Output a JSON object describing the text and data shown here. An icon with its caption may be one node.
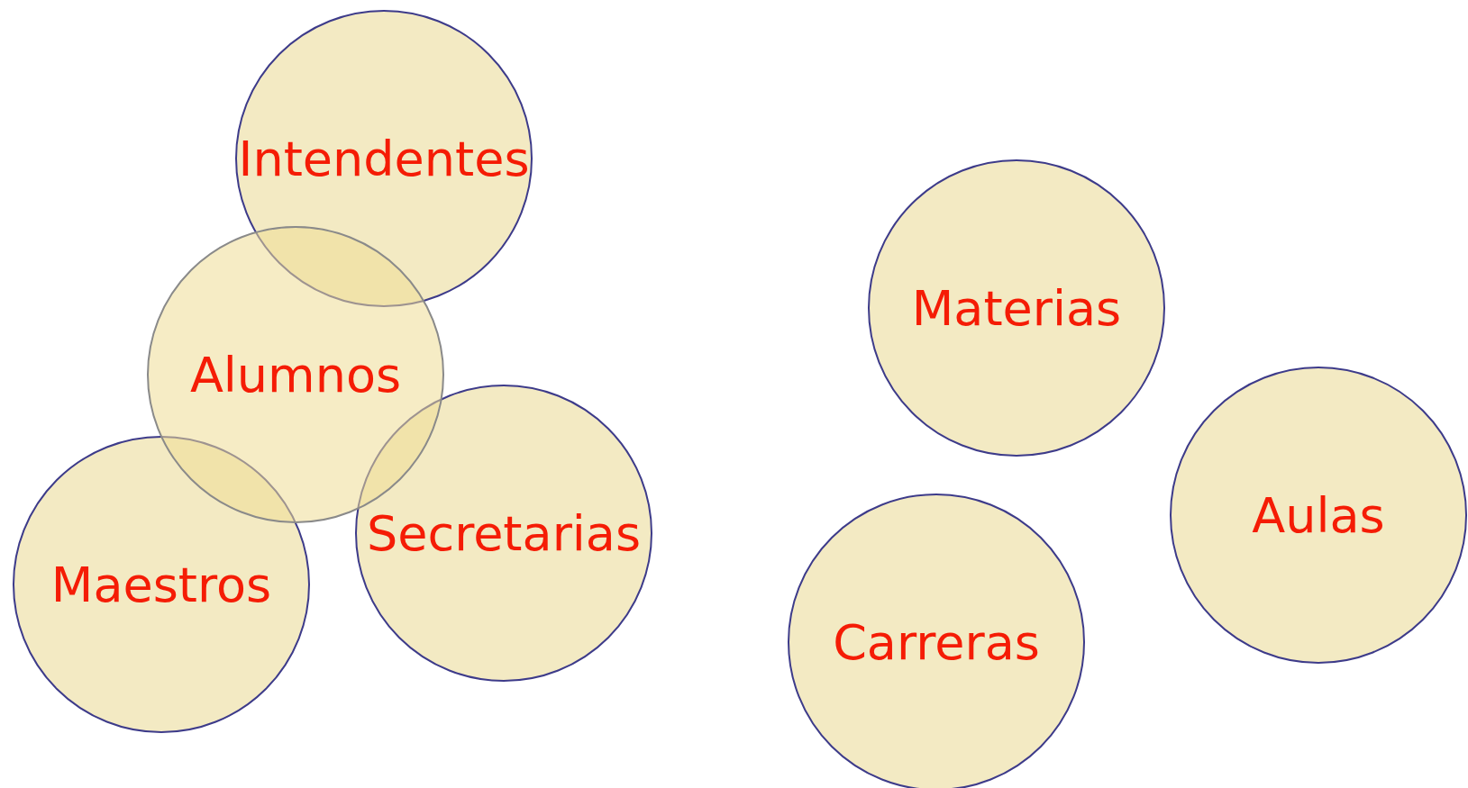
{
  "diagram": {
    "nodes": [
      {
        "text": [
          "Intendentes"
        ]
      },
      {
        "text": [
          "Materias"
        ]
      },
      {
        "text": [
          "Alumnos"
        ]
      },
      {
        "text": [
          "Aulas"
        ]
      },
      {
        "text": [
          "Secretarias"
        ]
      },
      {
        "text": [
          "Maestros"
        ]
      },
      {
        "text": [
          "Carreras"
        ]
      }
    ]
  }
}
